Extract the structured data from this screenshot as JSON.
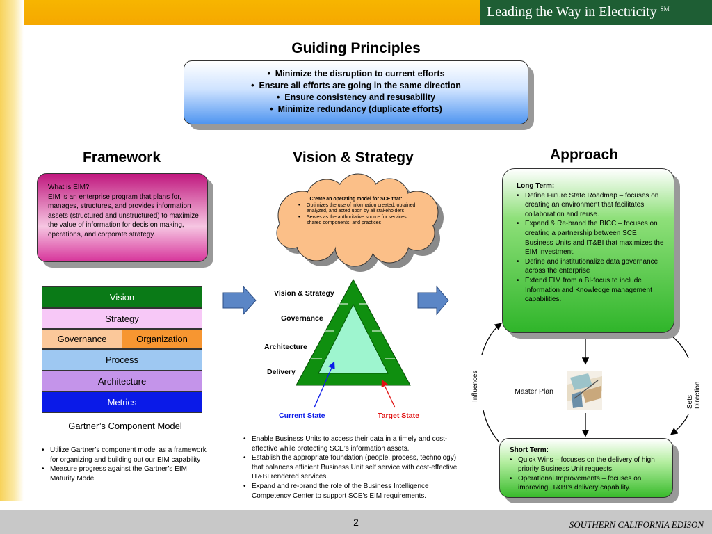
{
  "header": {
    "tagline": "Leading the Way in Electricity",
    "tagline_mark": "SM"
  },
  "footer": {
    "page_number": "2",
    "company": "SOUTHERN CALIFORNIA EDISON"
  },
  "guiding": {
    "title": "Guiding Principles",
    "principles": [
      "Minimize the disruption to current efforts",
      "Ensure all efforts are going in the same direction",
      "Ensure consistency and resusability",
      "Minimize redundancy (duplicate efforts)"
    ]
  },
  "framework": {
    "title": "Framework",
    "eim_question": "What is EIM?",
    "eim_definition": "EIM is an enterprise program that plans for, manages, structures, and provides information assets (structured and unstructured) to maximize the value of information for decision making, operations, and corporate strategy.",
    "layers": {
      "vision": "Vision",
      "strategy": "Strategy",
      "governance": "Governance",
      "organization": "Organization",
      "process": "Process",
      "architecture": "Architecture",
      "metrics": "Metrics"
    },
    "caption": "Gartner’s Component Model",
    "bullets": [
      "Utilize Gartner’s component model as a framework for organizing and building out our EIM capability",
      "Measure progress against the Gartner’s EIM Maturity Model"
    ]
  },
  "vision": {
    "title": "Vision & Strategy",
    "cloud_title": "Create an operating model for SCE that:",
    "cloud_bullets": [
      "Optimizes the use of information created, obtained, analyzed, and acted upon by all stakeholders",
      "Serves as the authoritative source for services, shared components, and practices"
    ],
    "triangle_labels": {
      "vision_strategy": "Vision & Strategy",
      "governance": "Governance",
      "architecture": "Architecture",
      "delivery": "Delivery"
    },
    "current_state": "Current State",
    "target_state": "Target State",
    "bullets": [
      "Enable Business Units to access their data in a timely and cost-effective while protecting SCE’s information assets.",
      "Establish the appropriate foundation (people, process, technology) that balances efficient Business Unit self service with cost-effective IT&BI rendered services.",
      "Expand and re-brand the role of the Business Intelligence Competency Center to support SCE’s EIM requirements."
    ]
  },
  "approach": {
    "title": "Approach",
    "long_term_title": "Long Term:",
    "long_term_bullets": [
      "Define Future State Roadmap – focuses on creating an environment that facilitates collaboration and reuse.",
      "Expand & Re-brand the BICC – focuses on creating a partnership between SCE Business Units and IT&BI that maximizes the EIM investment.",
      "Define and institutionalize data governance across the enterprise",
      "Extend EIM from a BI-focus to include Information and Knowledge management capabilities."
    ],
    "master_plan": "Master Plan",
    "influences": "Influences",
    "sets_direction": "Sets Direction",
    "short_term_title": "Short Term:",
    "short_term_bullets": [
      "Quick Wins – focuses on the delivery of high priority Business Unit requests.",
      "Operational Improvements – focuses on improving IT&BI’s delivery capability."
    ]
  }
}
